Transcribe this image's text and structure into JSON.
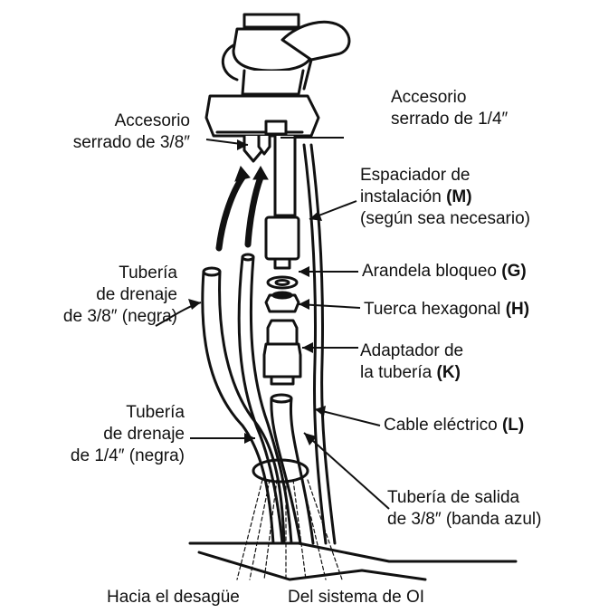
{
  "labels": {
    "fitting_38": [
      "Accesorio",
      "serrado de 3/8″"
    ],
    "fitting_14": [
      "Accesorio",
      "serrado de 1/4″"
    ],
    "spacer": {
      "line1": "Espaciador de",
      "line2": "instalación",
      "code": "(M)",
      "line3": "(según sea necesario)"
    },
    "lock_washer": {
      "text": "Arandela bloqueo",
      "code": "(G)"
    },
    "hex_nut": {
      "text": "Tuerca hexagonal",
      "code": "(H)"
    },
    "adapter": {
      "line1": "Adaptador de",
      "line2": "la tubería",
      "code": "(K)"
    },
    "cable": {
      "text": "Cable eléctrico",
      "code": "(L)"
    },
    "drain_38": [
      "Tubería",
      "de drenaje",
      "de 3/8″ (negra)"
    ],
    "drain_14": [
      "Tubería",
      "de drenaje",
      "de 1/4″ (negra)"
    ],
    "outlet": [
      "Tubería de salida",
      "de 3/8″ (banda azul)"
    ],
    "to_drain": "Hacia el desagüe",
    "from_ro": "Del sistema de OI"
  }
}
